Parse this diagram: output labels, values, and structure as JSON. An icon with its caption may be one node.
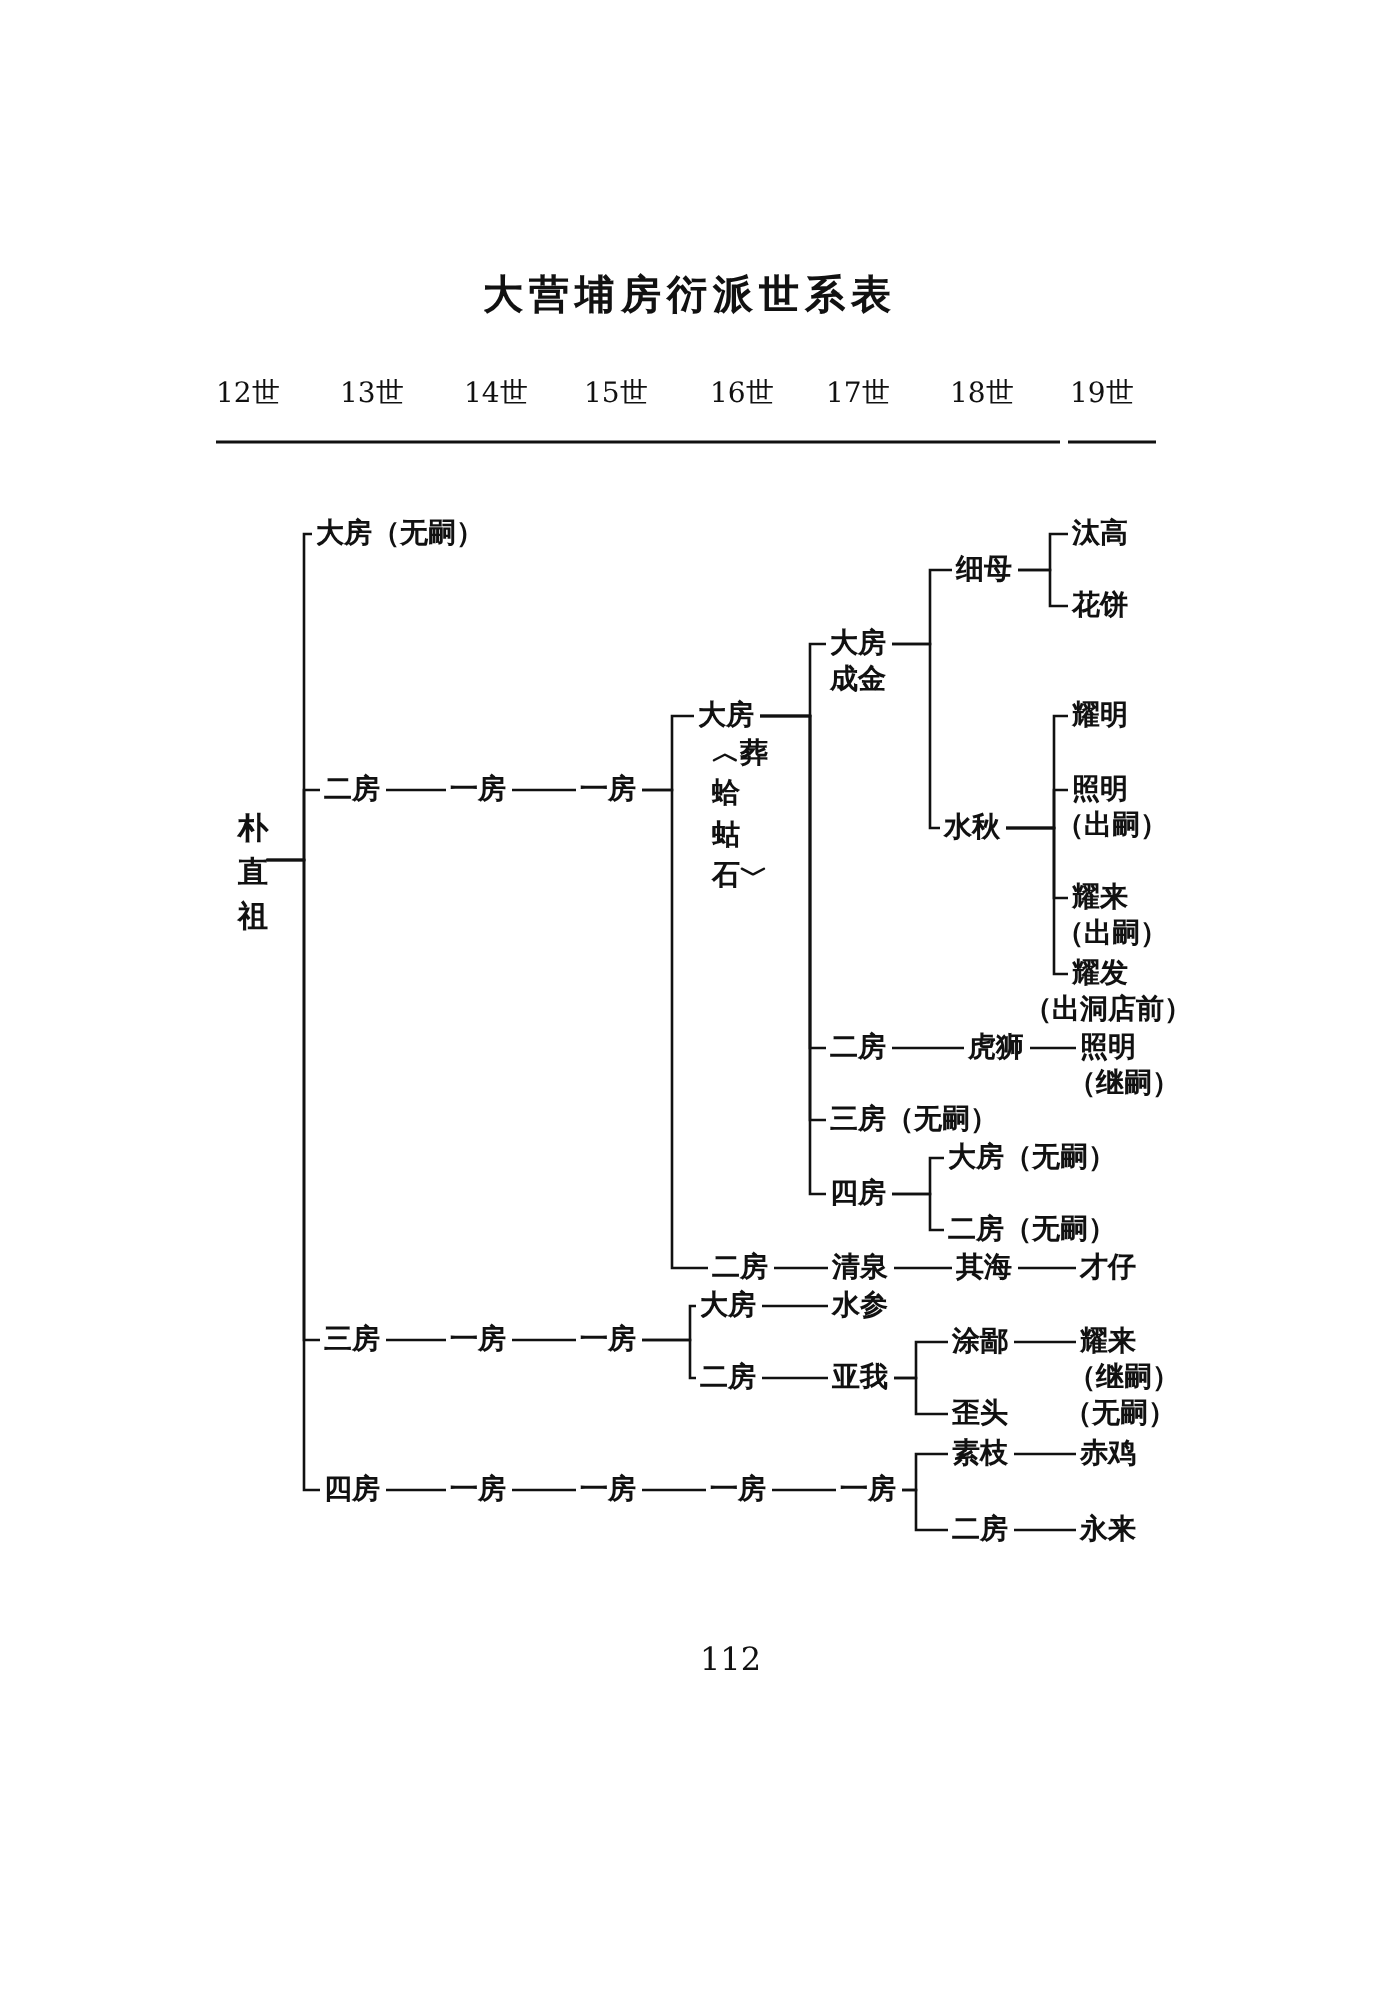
{
  "diagram": {
    "title": "大营埔房衍派世系表",
    "nodes": [
      {
        "text": [
          "朴直祖"
        ]
      },
      {
        "text": [
          "大房（无嗣）"
        ]
      },
      {
        "text": [
          "二房"
        ]
      },
      {
        "text": [
          "一房"
        ]
      },
      {
        "text": [
          "一房"
        ]
      },
      {
        "text": [
          "大房",
          "︿葬蛤蛄石﹀"
        ]
      },
      {
        "text": [
          "大房",
          "成金"
        ]
      },
      {
        "text": [
          "细母"
        ]
      },
      {
        "text": [
          "汰高"
        ]
      },
      {
        "text": [
          "花饼"
        ]
      },
      {
        "text": [
          "水秋"
        ]
      },
      {
        "text": [
          "耀明"
        ]
      },
      {
        "text": [
          "照明",
          "（出嗣）"
        ]
      },
      {
        "text": [
          "耀来",
          "（出嗣）"
        ]
      },
      {
        "text": [
          "耀发",
          "（出洞店前）"
        ]
      },
      {
        "text": [
          "二房"
        ]
      },
      {
        "text": [
          "虎狮"
        ]
      },
      {
        "text": [
          "照明",
          "（继嗣）"
        ]
      },
      {
        "text": [
          "三房（无嗣）"
        ]
      },
      {
        "text": [
          "四房"
        ]
      },
      {
        "text": [
          "大房（无嗣）"
        ]
      },
      {
        "text": [
          "二房（无嗣）"
        ]
      },
      {
        "text": [
          "二房"
        ]
      },
      {
        "text": [
          "清泉"
        ]
      },
      {
        "text": [
          "其海"
        ]
      },
      {
        "text": [
          "才仔"
        ]
      },
      {
        "text": [
          "三房"
        ]
      },
      {
        "text": [
          "一房"
        ]
      },
      {
        "text": [
          "一房"
        ]
      },
      {
        "text": [
          "大房"
        ]
      },
      {
        "text": [
          "水参"
        ]
      },
      {
        "text": [
          "二房"
        ]
      },
      {
        "text": [
          "亚我"
        ]
      },
      {
        "text": [
          "涂鄙"
        ]
      },
      {
        "text": [
          "耀来",
          "（继嗣）"
        ]
      },
      {
        "text": [
          "歪头"
        ]
      },
      {
        "text": [
          "四房"
        ]
      },
      {
        "text": [
          "一房"
        ]
      },
      {
        "text": [
          "一房"
        ]
      },
      {
        "text": [
          "一房"
        ]
      },
      {
        "text": [
          "一房"
        ]
      },
      {
        "text": [
          "素枝"
        ]
      },
      {
        "text": [
          "赤鸡"
        ]
      },
      {
        "text": [
          "二房"
        ]
      },
      {
        "text": [
          "永来"
        ]
      }
    ],
    "edges": [
      {
        "from": 0,
        "to": 1,
        "arrow": "none"
      },
      {
        "from": 0,
        "to": 2,
        "arrow": "none"
      },
      {
        "from": 0,
        "to": 26,
        "arrow": "none"
      },
      {
        "from": 0,
        "to": 36,
        "arrow": "none"
      },
      {
        "from": 2,
        "to": 3,
        "arrow": "none"
      },
      {
        "from": 3,
        "to": 4,
        "arrow": "none"
      },
      {
        "from": 4,
        "to": 5,
        "arrow": "none"
      },
      {
        "from": 4,
        "to": 22,
        "arrow": "none"
      },
      {
        "from": 5,
        "to": 6,
        "arrow": "none"
      },
      {
        "from": 5,
        "to": 15,
        "arrow": "none"
      },
      {
        "from": 5,
        "to": 18,
        "arrow": "none"
      },
      {
        "from": 5,
        "to": 19,
        "arrow": "none"
      },
      {
        "from": 6,
        "to": 7,
        "arrow": "none"
      },
      {
        "from": 6,
        "to": 10,
        "arrow": "none"
      },
      {
        "from": 7,
        "to": 8,
        "arrow": "none"
      },
      {
        "from": 7,
        "to": 9,
        "arrow": "none"
      },
      {
        "from": 10,
        "to": 11,
        "arrow": "none"
      },
      {
        "from": 10,
        "to": 12,
        "arrow": "none"
      },
      {
        "from": 10,
        "to": 13,
        "arrow": "none"
      },
      {
        "from": 10,
        "to": 14,
        "arrow": "none"
      },
      {
        "from": 15,
        "to": 16,
        "arrow": "none"
      },
      {
        "from": 16,
        "to": 17,
        "arrow": "none"
      },
      {
        "from": 19,
        "to": 20,
        "arrow": "none"
      },
      {
        "from": 19,
        "to": 21,
        "arrow": "none"
      },
      {
        "from": 22,
        "to": 23,
        "arrow": "none"
      },
      {
        "from": 23,
        "to": 24,
        "arrow": "none"
      },
      {
        "from": 24,
        "to": 25,
        "arrow": "none"
      },
      {
        "from": 26,
        "to": 27,
        "arrow": "none"
      },
      {
        "from": 27,
        "to": 28,
        "arrow": "none"
      },
      {
        "from": 28,
        "to": 29,
        "arrow": "none"
      },
      {
        "from": 28,
        "to": 31,
        "arrow": "none"
      },
      {
        "from": 29,
        "to": 30,
        "arrow": "none"
      },
      {
        "from": 31,
        "to": 32,
        "arrow": "none"
      },
      {
        "from": 32,
        "to": 33,
        "arrow": "none"
      },
      {
        "from": 32,
        "to": 35,
        "arrow": "none"
      },
      {
        "from": 33,
        "to": 34,
        "arrow": "none"
      },
      {
        "from": 36,
        "to": 37,
        "arrow": "none"
      },
      {
        "from": 37,
        "to": 38,
        "arrow": "none"
      },
      {
        "from": 38,
        "to": 39,
        "arrow": "none"
      },
      {
        "from": 39,
        "to": 40,
        "arrow": "none"
      },
      {
        "from": 40,
        "to": 41,
        "arrow": "none"
      },
      {
        "from": 40,
        "to": 43,
        "arrow": "none"
      },
      {
        "from": 41,
        "to": 42,
        "arrow": "none"
      },
      {
        "from": 43,
        "to": 44,
        "arrow": "none"
      }
    ],
    "labels": [
      "12世",
      "13世",
      "14世",
      "15世",
      "16世",
      "17世",
      "18世",
      "19世",
      "（无嗣）",
      "112"
    ]
  }
}
